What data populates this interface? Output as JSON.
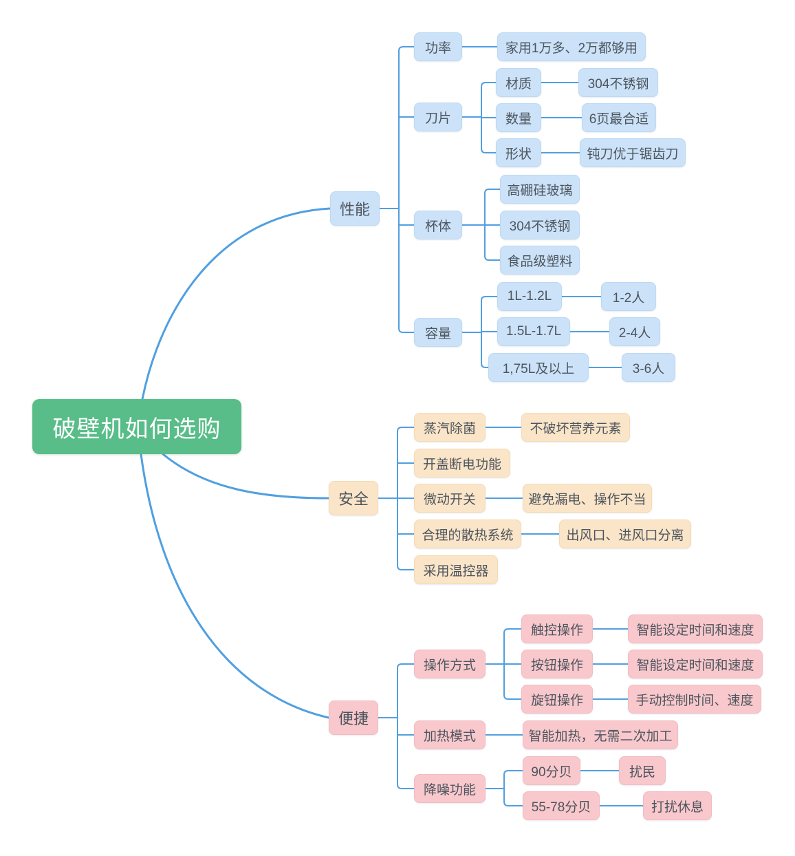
{
  "root": {
    "label": "破壁机如何选购"
  },
  "colors": {
    "root_bg": "#58bd88",
    "performance_bg": "#cbe2f8",
    "safety_bg": "#fbe5c8",
    "convenience_bg": "#f8c8cc",
    "line": "#519fe0",
    "text": "#4d555e",
    "root_text": "#ffffff"
  },
  "branches": [
    {
      "label": "性能",
      "children": [
        {
          "label": "功率",
          "children": [
            {
              "label": "家用1万多、2万都够用"
            }
          ]
        },
        {
          "label": "刀片",
          "children": [
            {
              "label": "材质",
              "children": [
                {
                  "label": "304不锈钢"
                }
              ]
            },
            {
              "label": "数量",
              "children": [
                {
                  "label": "6页最合适"
                }
              ]
            },
            {
              "label": "形状",
              "children": [
                {
                  "label": "钝刀优于锯齿刀"
                }
              ]
            }
          ]
        },
        {
          "label": "杯体",
          "children": [
            {
              "label": "高硼硅玻璃"
            },
            {
              "label": "304不锈钢"
            },
            {
              "label": "食品级塑料"
            }
          ]
        },
        {
          "label": "容量",
          "children": [
            {
              "label": "1L-1.2L",
              "children": [
                {
                  "label": "1-2人"
                }
              ]
            },
            {
              "label": "1.5L-1.7L",
              "children": [
                {
                  "label": "2-4人"
                }
              ]
            },
            {
              "label": "1,75L及以上",
              "children": [
                {
                  "label": "3-6人"
                }
              ]
            }
          ]
        }
      ]
    },
    {
      "label": "安全",
      "children": [
        {
          "label": "蒸汽除菌",
          "children": [
            {
              "label": "不破坏营养元素"
            }
          ]
        },
        {
          "label": "开盖断电功能",
          "children": []
        },
        {
          "label": "微动开关",
          "children": [
            {
              "label": "避免漏电、操作不当"
            }
          ]
        },
        {
          "label": "合理的散热系统",
          "children": [
            {
              "label": "出风口、进风口分离"
            }
          ]
        },
        {
          "label": "采用温控器",
          "children": []
        }
      ]
    },
    {
      "label": "便捷",
      "children": [
        {
          "label": "操作方式",
          "children": [
            {
              "label": "触控操作",
              "children": [
                {
                  "label": "智能设定时间和速度"
                }
              ]
            },
            {
              "label": "按钮操作",
              "children": [
                {
                  "label": "智能设定时间和速度"
                }
              ]
            },
            {
              "label": "旋钮操作",
              "children": [
                {
                  "label": "手动控制时间、速度"
                }
              ]
            }
          ]
        },
        {
          "label": "加热模式",
          "children": [
            {
              "label": "智能加热，无需二次加工"
            }
          ]
        },
        {
          "label": "降噪功能",
          "children": [
            {
              "label": "90分贝",
              "children": [
                {
                  "label": "扰民"
                }
              ]
            },
            {
              "label": "55-78分贝",
              "children": [
                {
                  "label": "打扰休息"
                }
              ]
            }
          ]
        }
      ]
    }
  ]
}
